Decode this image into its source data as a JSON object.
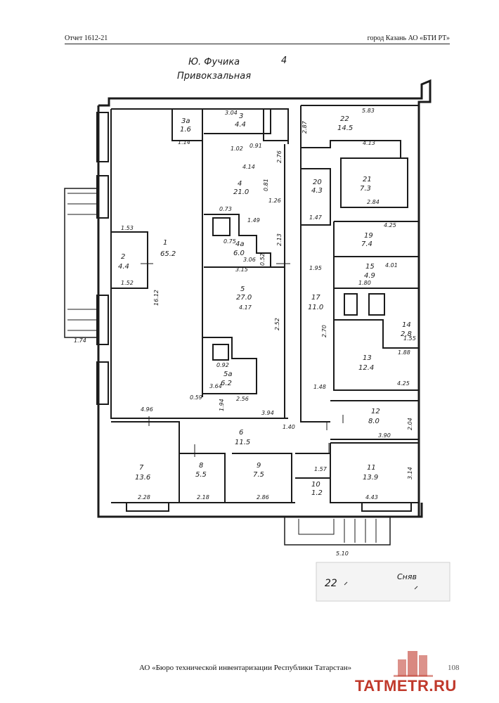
{
  "header": {
    "left": "Отчет 1612-21",
    "right": "город Казань АО «БТИ РТ»"
  },
  "plan": {
    "title_line1": "Ю. Фучика",
    "title_line2": "Привокзальная",
    "floor_mark": "4",
    "rooms": [
      {
        "num": "1",
        "area": "65.2"
      },
      {
        "num": "2",
        "area": "4.4"
      },
      {
        "num": "3",
        "area": "4.4"
      },
      {
        "num": "3a",
        "area": "1.6"
      },
      {
        "num": "4",
        "area": "21.0"
      },
      {
        "num": "4a",
        "area": "6.0"
      },
      {
        "num": "5",
        "area": "27.0"
      },
      {
        "num": "5a",
        "area": "6.2"
      },
      {
        "num": "6",
        "area": "11.5"
      },
      {
        "num": "7",
        "area": "13.6"
      },
      {
        "num": "8",
        "area": "5.5"
      },
      {
        "num": "9",
        "area": "7.5"
      },
      {
        "num": "10",
        "area": "1.2"
      },
      {
        "num": "11",
        "area": "13.9"
      },
      {
        "num": "12",
        "area": "8.0"
      },
      {
        "num": "13",
        "area": "12.4"
      },
      {
        "num": "14",
        "area": "2.8"
      },
      {
        "num": "15",
        "area": "4.9"
      },
      {
        "num": "17",
        "area": "11.0"
      },
      {
        "num": "19",
        "area": "7.4"
      },
      {
        "num": "20",
        "area": "4.3"
      },
      {
        "num": "21",
        "area": "7.3"
      },
      {
        "num": "22",
        "area": "14.5"
      }
    ],
    "dimensions": [
      "16.12",
      "4.96",
      "1.53",
      "1.52",
      "3.04",
      "1.02",
      "0.91",
      "4.14",
      "1.26",
      "0.73",
      "1.49",
      "3.06",
      "3.15",
      "4.17",
      "2.56",
      "3.94",
      "0.92",
      "3.64",
      "0.59",
      "1.94",
      "2.52",
      "1.40",
      "2.28",
      "2.18",
      "2.86",
      "1.57",
      "4.43",
      "3.90",
      "4.25",
      "1.95",
      "5.83",
      "2.87",
      "4.13",
      "2.84",
      "4.25",
      "4.01",
      "1.80",
      "1.88",
      "1.55",
      "2.04",
      "3.14",
      "5.10",
      "1.74",
      "1.47",
      "2.13",
      "2.76",
      "0.81",
      "0.75",
      "1.14",
      "0.52",
      "2.70",
      "1.48"
    ],
    "stamp_text": "22",
    "stamp_word": "Сняв"
  },
  "footer": {
    "org": "АО «Бюро технической инвентаризации Республики Татарстан»",
    "page": "108"
  },
  "brand": {
    "name": "TATMETR.RU",
    "color": "#c0392b"
  }
}
